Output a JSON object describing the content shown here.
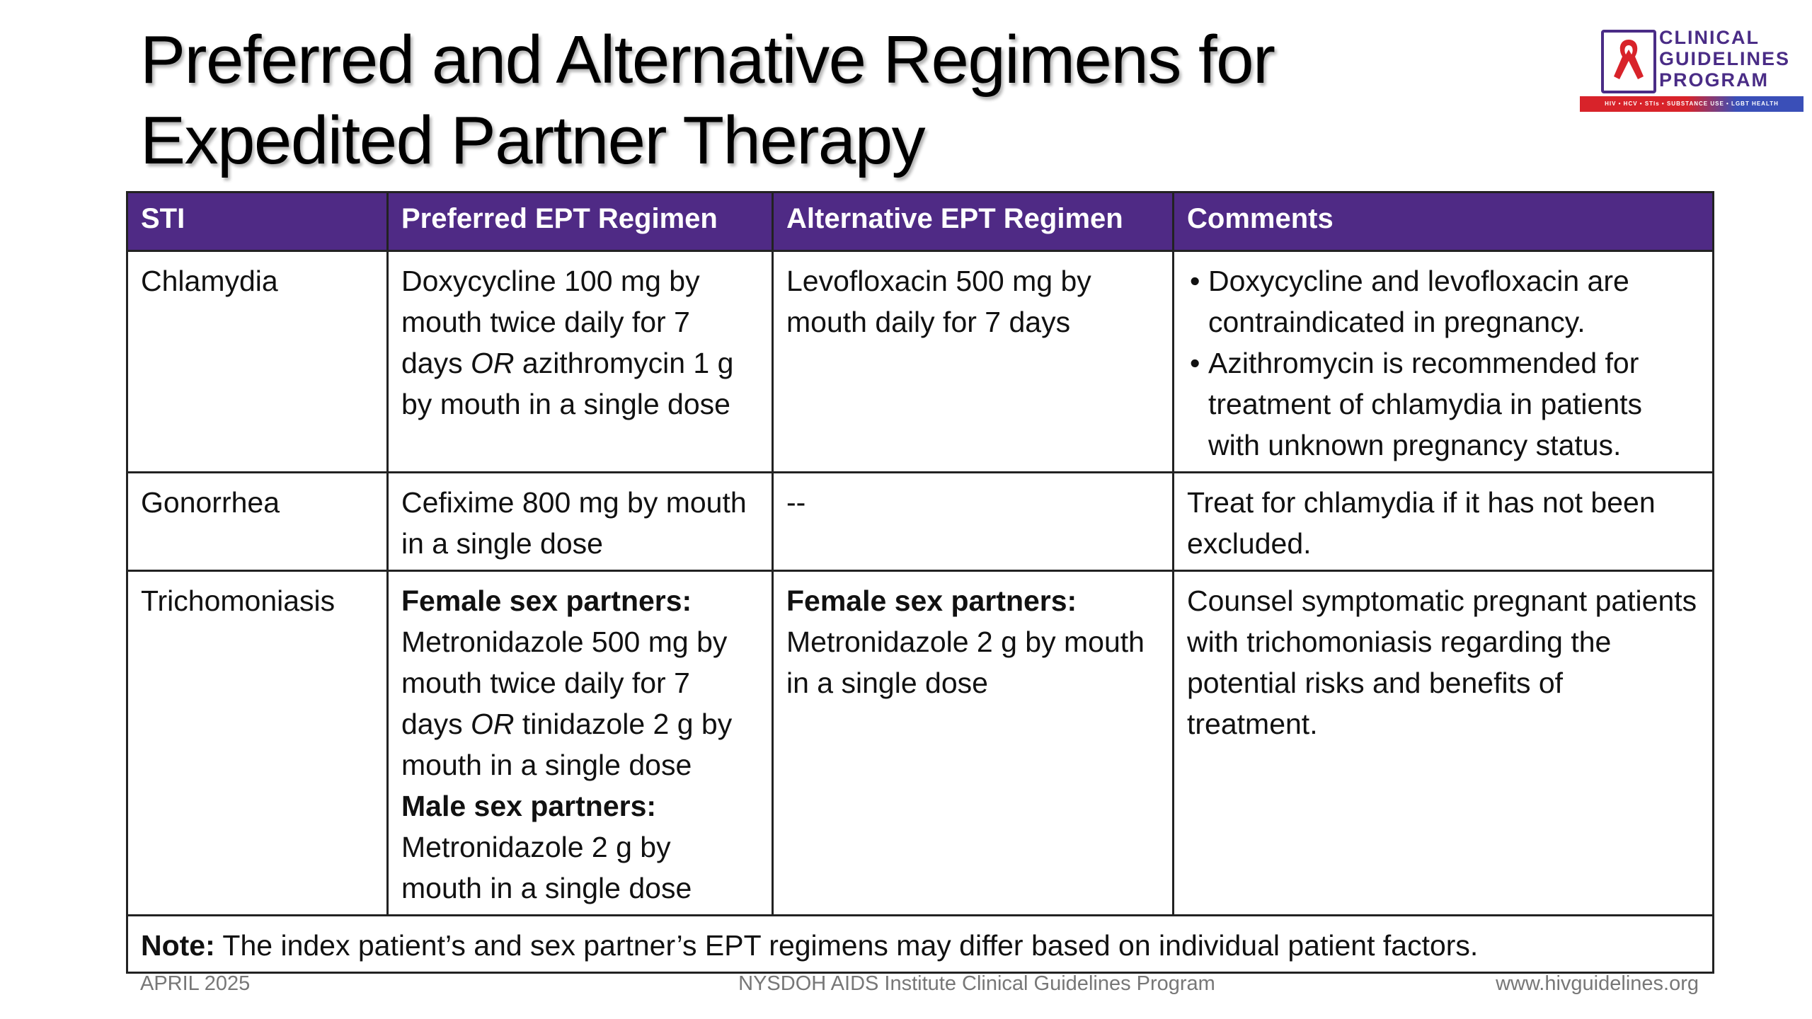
{
  "title": "Preferred and Alternative Regimens for Expedited Partner Therapy",
  "logo": {
    "line1": "CLINICAL",
    "line2": "GUIDELINES",
    "line3": "PROGRAM",
    "tagline": "HIV • HCV • STIs • SUBSTANCE USE • LGBT HEALTH",
    "colors": {
      "purple": "#4a2c86",
      "red": "#d8232a",
      "blue": "#3a4fb8"
    }
  },
  "header_color": "#4f2a85",
  "table": {
    "headers": [
      "STI",
      "Preferred EPT Regimen",
      "Alternative EPT Regimen",
      "Comments"
    ],
    "rows": [
      {
        "sti": "Chlamydia",
        "preferred": {
          "part1": "Doxycycline 100 mg by mouth twice daily for 7 days ",
          "or": "OR",
          "part2": " azithromycin 1 g by mouth in a single dose"
        },
        "alternative": "Levofloxacin 500 mg by mouth daily for 7 days",
        "comments": [
          "Doxycycline and levofloxacin are contraindicated in pregnancy.",
          "Azithromycin is recommended for treatment of chlamydia in patients with unknown pregnancy status."
        ]
      },
      {
        "sti": "Gonorrhea",
        "preferred": "Cefixime 800 mg by mouth in a single dose",
        "alternative": "--",
        "comments": "Treat for chlamydia if it has not been excluded."
      },
      {
        "sti": "Trichomoniasis",
        "preferred": {
          "female_label": "Female sex partners:",
          "female_part1": "Metronidazole 500 mg by mouth twice daily for 7 days ",
          "or": "OR",
          "female_part2": " tinidazole 2 g by mouth in a single dose",
          "male_label": "Male sex partners:",
          "male_text": "Metronidazole 2 g by mouth in a single dose"
        },
        "alternative": {
          "female_label": "Female sex partners:",
          "female_text": "Metronidazole 2 g by mouth in a single dose"
        },
        "comments": "Counsel symptomatic pregnant patients with trichomoniasis regarding the potential risks and benefits of treatment."
      }
    ],
    "note_label": "Note:",
    "note_text": " The index patient’s and sex partner’s EPT regimens may differ based on individual patient factors."
  },
  "footer": {
    "date": "APRIL 2025",
    "center": "NYSDOH AIDS Institute Clinical Guidelines Program",
    "url": "www.hivguidelines.org"
  }
}
